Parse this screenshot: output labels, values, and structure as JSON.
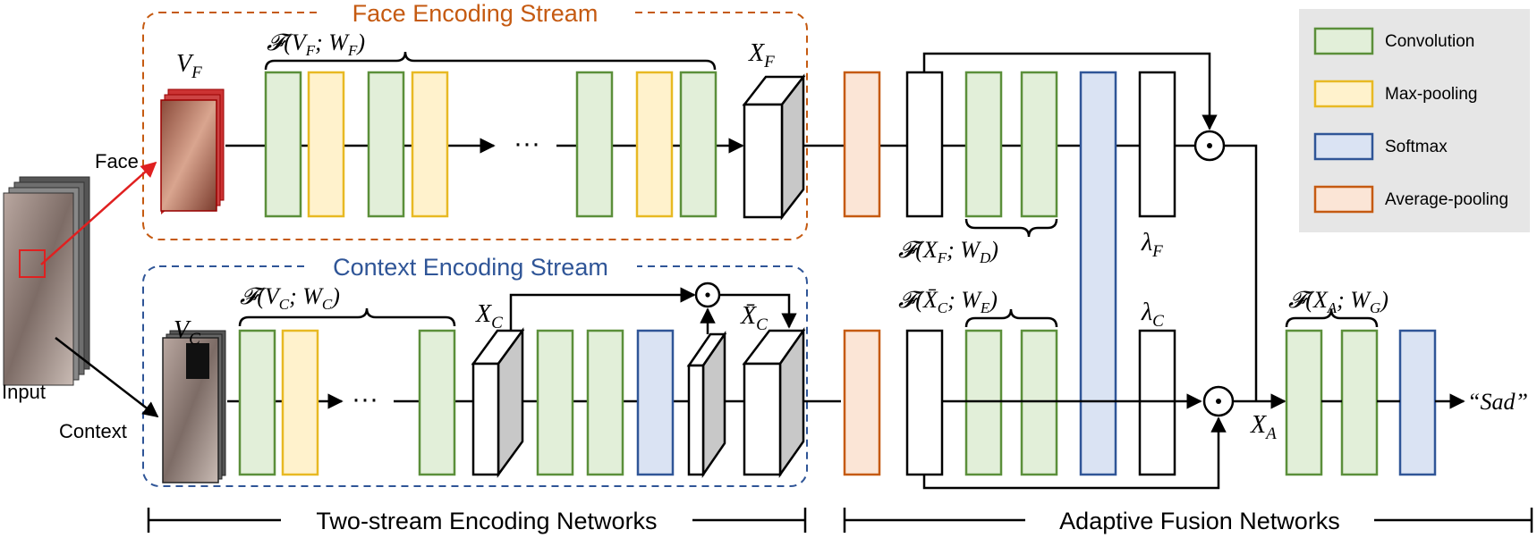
{
  "streams": {
    "face_title": "Face Encoding Stream",
    "context_title": "Context Encoding Stream"
  },
  "labels": {
    "face": "Face",
    "context": "Context",
    "input": "Input",
    "v_f": "V_F",
    "v_c": "V_C",
    "x_f": "X_F",
    "x_c": "X_C",
    "x_c_bar": "X̄_C",
    "x_a": "X_A",
    "f_face": "𝓕(V_F; W_F)",
    "f_ctx": "𝓕(V_C; W_C)",
    "f_d": "𝓕(X_F; W_D)",
    "f_e": "𝓕(X̄_C; W_E)",
    "f_g": "𝓕(X_A; W_G)",
    "lambda_f": "λ_F",
    "lambda_c": "λ_C",
    "output": "“Sad”",
    "ellipsis": "···"
  },
  "legend": {
    "items": [
      {
        "label": "Convolution",
        "type": "conv"
      },
      {
        "label": "Max-pooling",
        "type": "pool"
      },
      {
        "label": "Softmax",
        "type": "soft"
      },
      {
        "label": "Average-pooling",
        "type": "avg"
      }
    ]
  },
  "sections": {
    "left": "Two-stream Encoding Networks",
    "right": "Adaptive Fusion Networks"
  },
  "colors": {
    "face_stream": "#c55a11",
    "context_stream": "#2f5597",
    "conv_fill": "#e2efd9",
    "conv_stroke": "#5b8f3a",
    "pool_fill": "#fff2cc",
    "pool_stroke": "#e8b923",
    "soft_fill": "#dae3f3",
    "soft_stroke": "#2f5597",
    "avg_fill": "#fbe5d6",
    "avg_stroke": "#c55a11",
    "face_arrow": "#e02020"
  }
}
